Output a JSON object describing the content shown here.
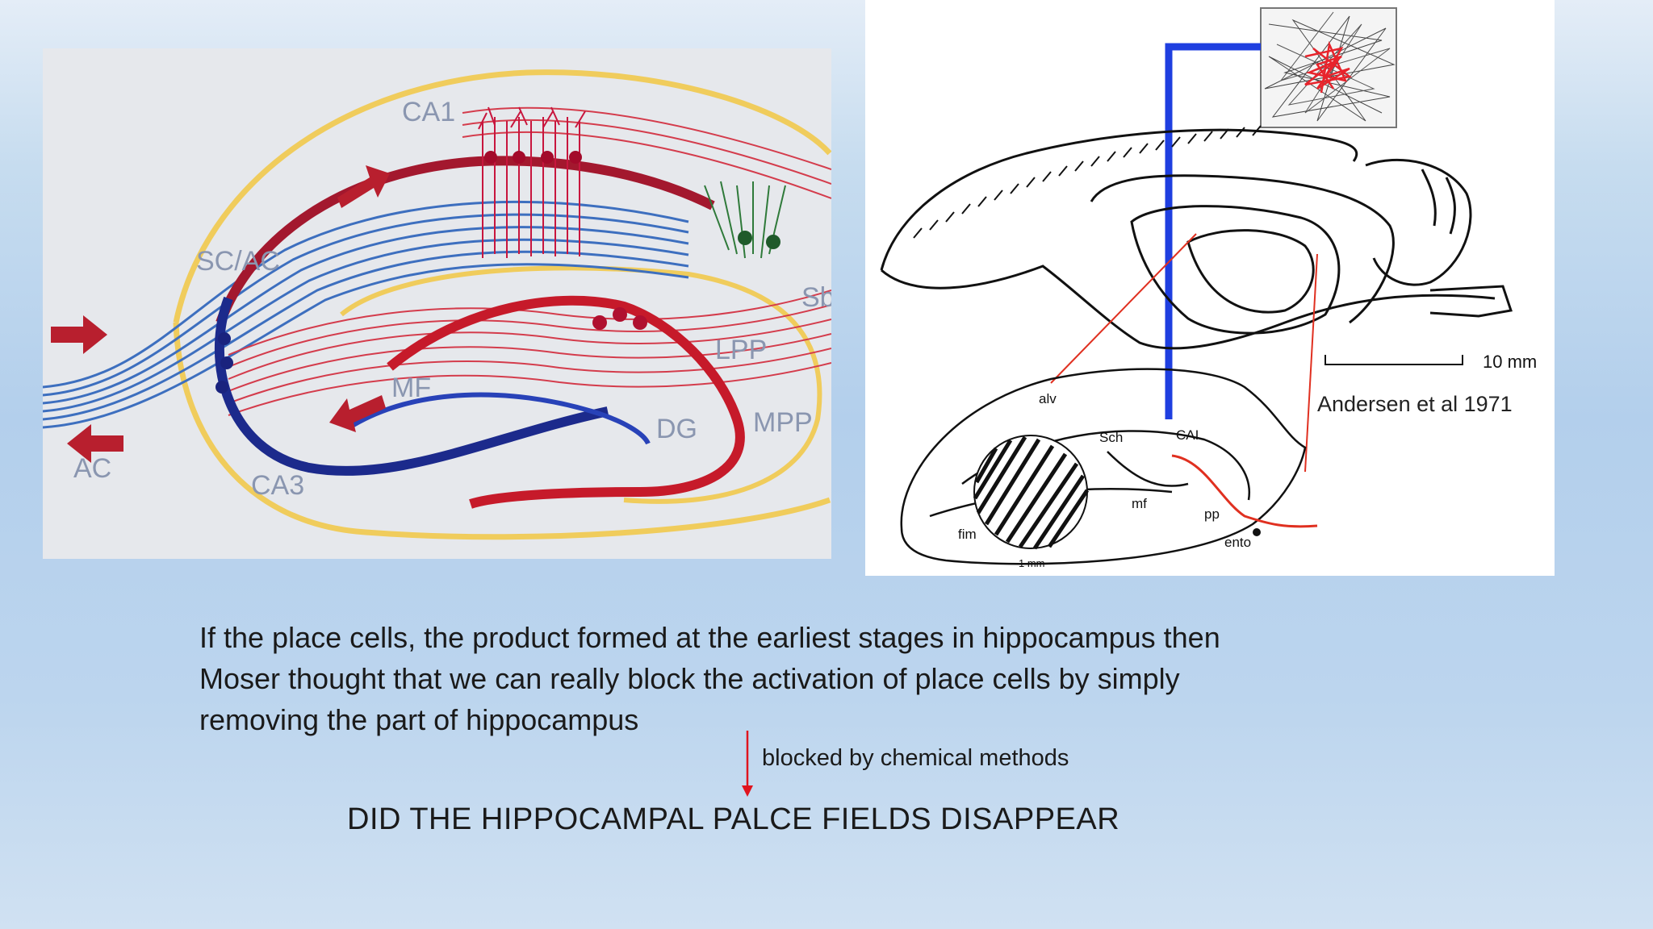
{
  "left_figure": {
    "labels": {
      "ca1": "CA1",
      "sc_ac": "SC/AC",
      "sb": "Sb",
      "lpp": "LPP",
      "mpp": "MPP",
      "mf": "MF",
      "dg": "DG",
      "ac": "AC",
      "ca3": "CA3"
    },
    "colors": {
      "outline": "#f0cc5c",
      "ca1_layer": "#a3182e",
      "ca3_layer": "#1c2a8c",
      "fibers_blue": "#3d6fbf",
      "fibers_red": "#d43c4c",
      "dg": "#c61a2a",
      "subiculum": "#2f7a3a"
    }
  },
  "right_figure": {
    "scale_label": "10 mm",
    "citation": "Andersen et al 1971",
    "slice_labels": {
      "alv": "alv",
      "ca1": "CAI",
      "sch": "Sch",
      "mf": "mf",
      "pp": "pp",
      "fim": "fim",
      "ento": "ento",
      "mm": "1 mm"
    },
    "colors": {
      "connector": "#1f3fe0",
      "place_field": "#e8242c",
      "pathway": "#e03020"
    }
  },
  "caption": {
    "line1": "If the place cells, the product formed at the earliest stages in hippocampus then",
    "line2": "Moser thought that we can really block the activation of place cells by simply",
    "line3": "removing the part of hippocampus"
  },
  "arrow_note": "blocked by chemical methods",
  "question": "DID THE HIPPOCAMPAL PALCE FIELDS DISAPPEAR"
}
